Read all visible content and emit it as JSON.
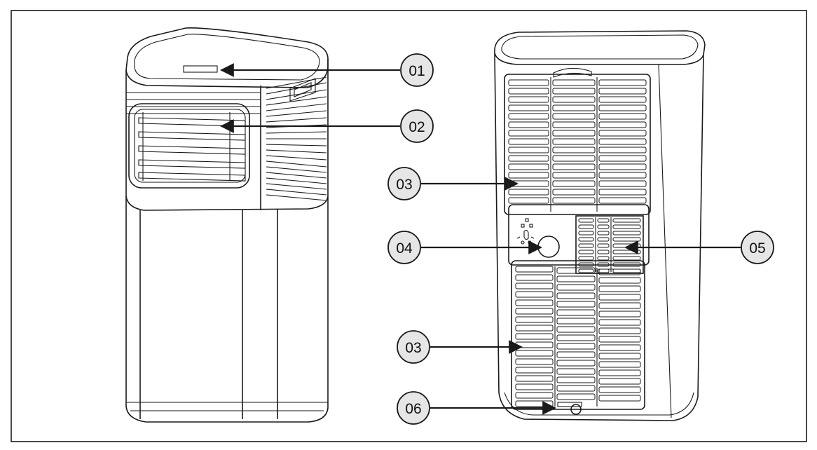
{
  "diagram": {
    "callouts": [
      {
        "id": "c01",
        "label": "01"
      },
      {
        "id": "c02",
        "label": "02"
      },
      {
        "id": "c03a",
        "label": "03"
      },
      {
        "id": "c04",
        "label": "04"
      },
      {
        "id": "c05",
        "label": "05"
      },
      {
        "id": "c03b",
        "label": "03"
      },
      {
        "id": "c06",
        "label": "06"
      }
    ]
  },
  "colors": {
    "line": "#1a1a1a",
    "callout_fill": "#e6e6e6",
    "background": "#ffffff"
  }
}
